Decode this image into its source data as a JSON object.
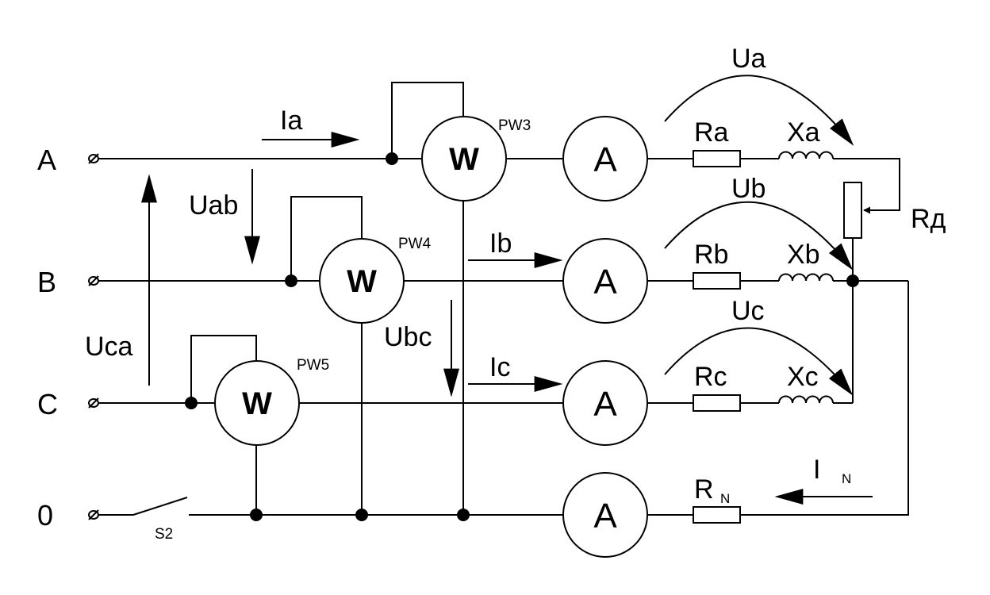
{
  "phases": {
    "a": "A",
    "b": "B",
    "c": "C",
    "n": "0"
  },
  "wattmeters": {
    "symbol": "W",
    "pw3": "PW3",
    "pw4": "PW4",
    "pw5": "PW5"
  },
  "ammeter_symbol": "A",
  "switch": "S2",
  "currents": {
    "ia": "Ia",
    "ib": "Ib",
    "ic": "Ic",
    "in_main": "I",
    "in_sub": "N"
  },
  "line_voltages": {
    "uab": "Uab",
    "ubc": "Ubc",
    "uca": "Uca"
  },
  "phase_voltages": {
    "ua": "Ua",
    "ub": "Ub",
    "uc": "Uc"
  },
  "resistors": {
    "ra": "Ra",
    "rb": "Rb",
    "rc": "Rc",
    "rn_main": "R",
    "rn_sub": "N",
    "rd": "Rд"
  },
  "reactances": {
    "xa": "Xa",
    "xb": "Xb",
    "xc": "Xc"
  }
}
